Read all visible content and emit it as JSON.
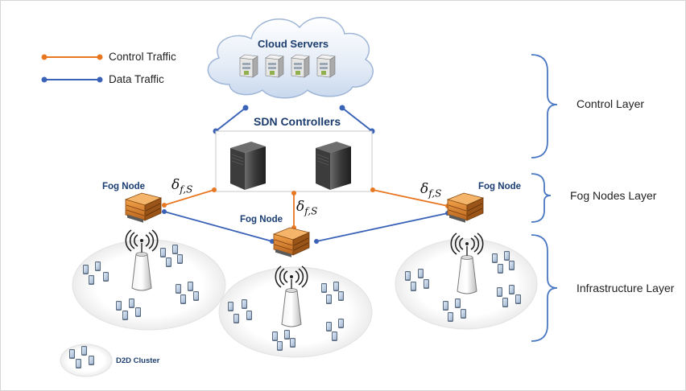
{
  "legend": [
    {
      "label": "Control Traffic",
      "color": "#e87722"
    },
    {
      "label": "Data Traffic",
      "color": "#3a63b8"
    }
  ],
  "cloud": {
    "title": "Cloud Servers"
  },
  "controllers": {
    "title": "SDN Controllers"
  },
  "fog_nodes": [
    {
      "label": "Fog Node"
    },
    {
      "label": "Fog Node"
    },
    {
      "label": "Fog Node"
    }
  ],
  "delay_symbol": {
    "main": "δ",
    "sub": "f,S"
  },
  "layers": [
    {
      "label": "Control Layer"
    },
    {
      "label": "Fog Nodes Layer"
    },
    {
      "label": "Infrastructure Layer"
    }
  ],
  "cluster_label": "D2D Cluster",
  "colors": {
    "control": "#e87722",
    "data": "#3a63b8",
    "brace": "#4a78c2",
    "server": "#4a4a4a",
    "fog": "#d9822b"
  }
}
